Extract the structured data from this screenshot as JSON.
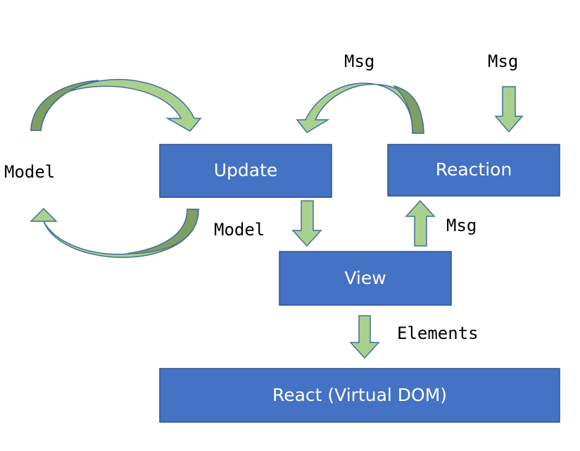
{
  "boxes": {
    "update": "Update",
    "reaction": "Reaction",
    "view": "View",
    "react": "React (Virtual DOM)"
  },
  "labels": {
    "model_left": "Model",
    "model_right": "Model",
    "msg_top_left": "Msg",
    "msg_top_right": "Msg",
    "msg_view": "Msg",
    "elements": "Elements"
  },
  "colors": {
    "box_fill": "#4472C4",
    "box_stroke": "#2F528F",
    "arrow_fill": "#A9D18E",
    "arrow_shade": "#7E9F62",
    "arrow_stroke": "#41719C"
  }
}
